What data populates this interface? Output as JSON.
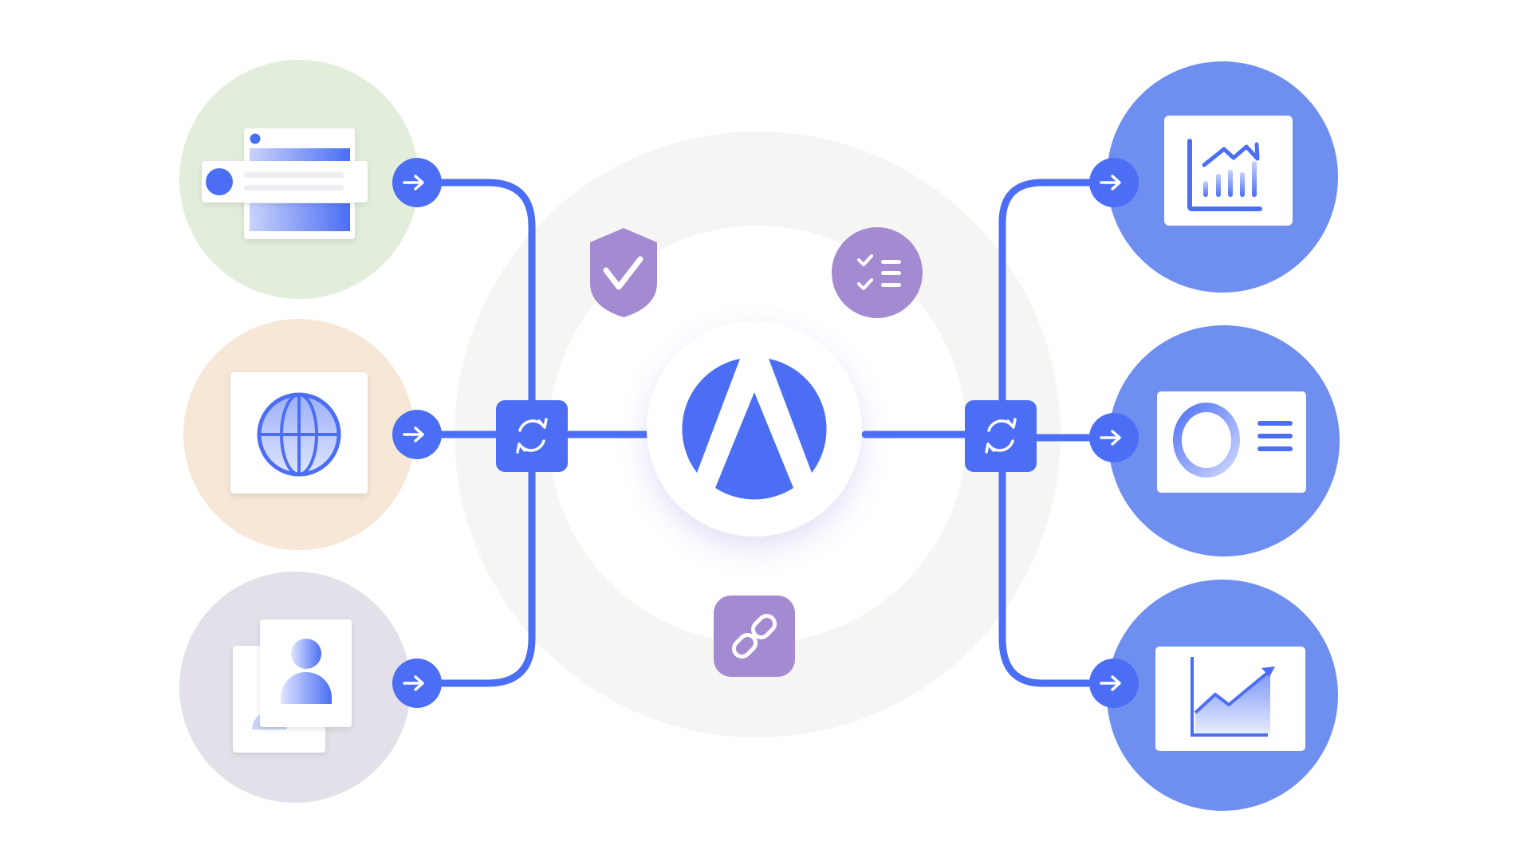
{
  "colors": {
    "background": "#ffffff",
    "accent": "#4b6ef5",
    "accent_light": "#6e8ef0",
    "purple": "#a48ad0",
    "halo_outer": "#f5f5f3",
    "source_green": "#e2eedb",
    "source_peach": "#f6e7d7",
    "source_lavender": "#e4e0e9",
    "card": "#ffffff"
  },
  "diagram": {
    "hub": {
      "icon": "brand-logo-icon"
    },
    "sources": [
      {
        "id": "web-form",
        "icon": "web-form-icon"
      },
      {
        "id": "web",
        "icon": "globe-icon"
      },
      {
        "id": "contacts",
        "icon": "user-profile-icon"
      }
    ],
    "destinations": [
      {
        "id": "analytics",
        "icon": "bar-line-chart-icon"
      },
      {
        "id": "profile",
        "icon": "profile-card-icon"
      },
      {
        "id": "growth",
        "icon": "area-chart-icon"
      }
    ],
    "features": [
      {
        "id": "security",
        "icon": "shield-check-icon"
      },
      {
        "id": "checklist",
        "icon": "checklist-icon"
      },
      {
        "id": "link",
        "icon": "link-icon"
      }
    ],
    "sync_nodes": [
      {
        "id": "left",
        "icon": "sync-icon"
      },
      {
        "id": "right",
        "icon": "sync-icon"
      }
    ],
    "connector_icon": "arrow-right-icon"
  }
}
